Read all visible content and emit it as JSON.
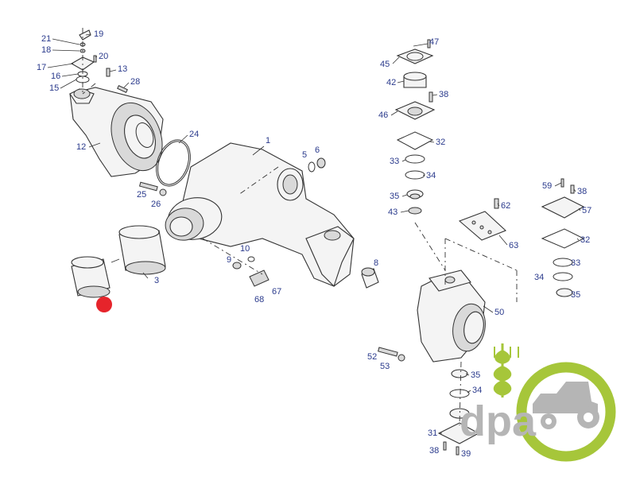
{
  "labels": {
    "p1": "1",
    "p3": "3",
    "p5": "5",
    "p6": "6",
    "p8": "8",
    "p9": "9",
    "p10": "10",
    "p12": "12",
    "p13": "13",
    "p15": "15",
    "p16": "16",
    "p17": "17",
    "p18": "18",
    "p19": "19",
    "p20": "20",
    "p21": "21",
    "p24": "24",
    "p25": "25",
    "p26": "26",
    "p28": "28",
    "p31": "31",
    "p32a": "32",
    "p32b": "32",
    "p33a": "33",
    "p33b": "33",
    "p34a": "34",
    "p34b": "34",
    "p34c": "34",
    "p35a": "35",
    "p35b": "35",
    "p35c": "35",
    "p38a": "38",
    "p38b": "38",
    "p38c": "38",
    "p39": "39",
    "p42": "42",
    "p43": "43",
    "p45": "45",
    "p46": "46",
    "p47": "47",
    "p50": "50",
    "p52": "52",
    "p53": "53",
    "p57": "57",
    "p59": "59",
    "p62": "62",
    "p63": "63",
    "p67": "67",
    "p68": "68"
  },
  "logo": {
    "text": "dpa",
    "color_green": "#a6c63a",
    "color_grey": "#b5b5b5"
  },
  "marker": {
    "color": "#e6242b"
  },
  "colors": {
    "label": "#2a3a8c",
    "line": "#333333"
  }
}
